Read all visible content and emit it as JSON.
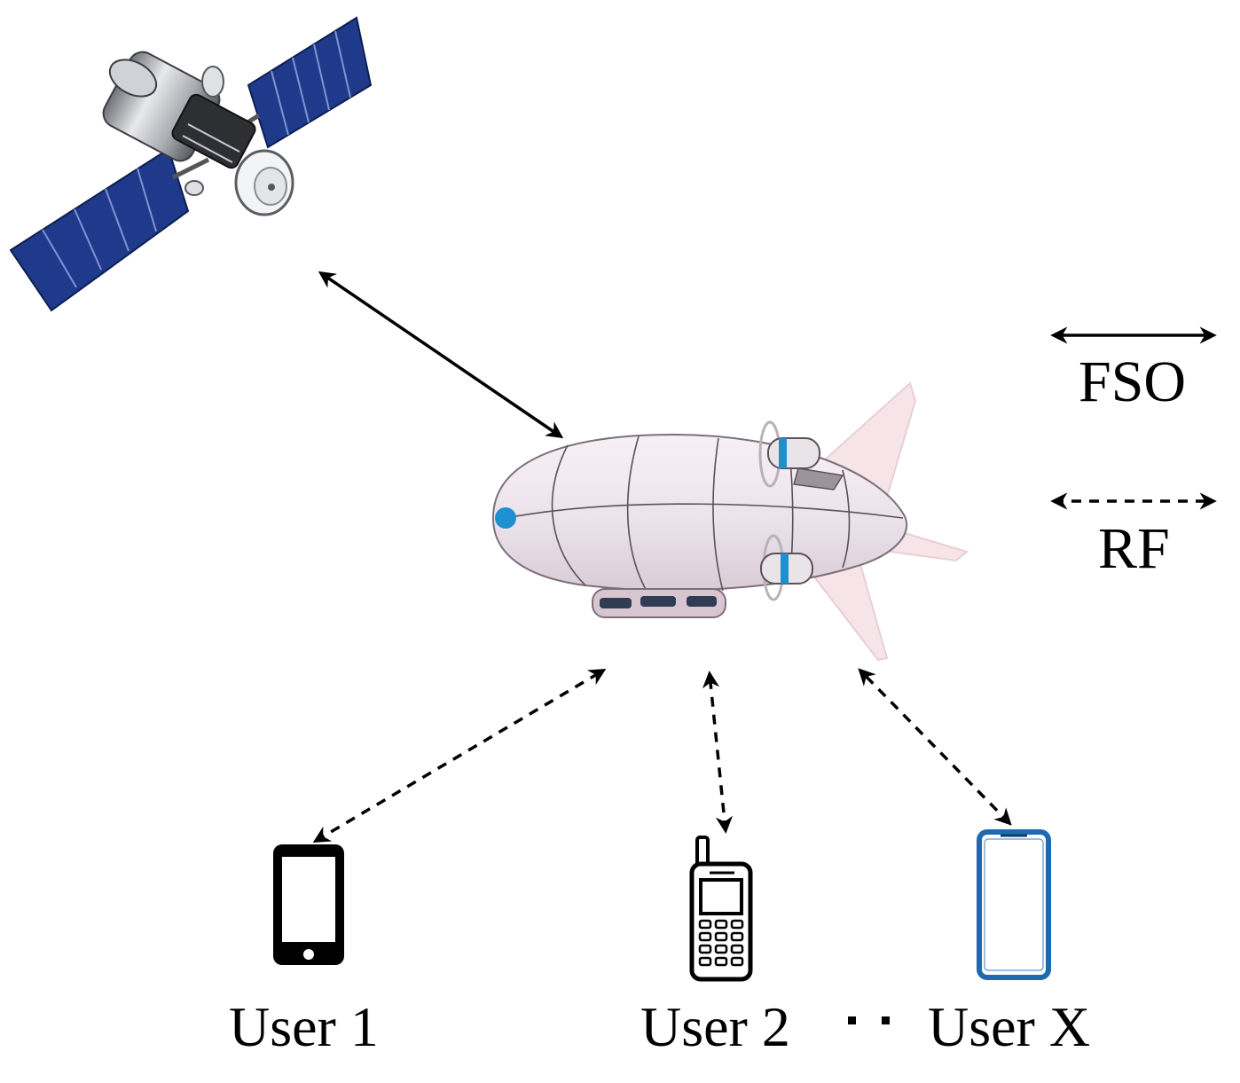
{
  "legend": {
    "fso_label": "FSO",
    "rf_label": "RF"
  },
  "users": [
    {
      "label": "User 1",
      "device_icon": "smartphone-icon"
    },
    {
      "label": "User 2",
      "device_icon": "feature-phone-icon"
    },
    {
      "label": "User X",
      "device_icon": "modern-smartphone-icon"
    }
  ],
  "ellipsis": "· ·",
  "nodes": {
    "satellite_icon": "satellite-icon",
    "airship_icon": "airship-icon"
  },
  "colors": {
    "line": "#000000",
    "solar_panel": "#1f3a8a",
    "airship_body": "#eee6ec",
    "airship_accent": "#1e8fcf",
    "modern_phone_frame": "#1d6ab0"
  }
}
